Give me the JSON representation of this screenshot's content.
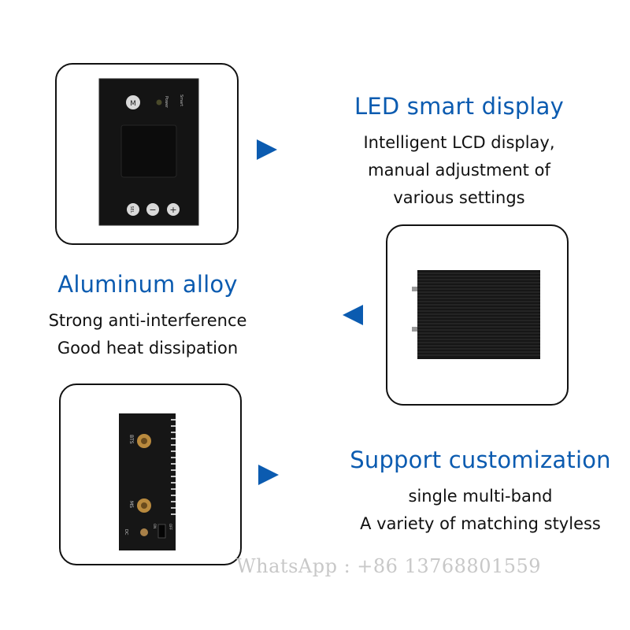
{
  "features": [
    {
      "title": "LED smart display",
      "lines": [
        "Intelligent LCD display,",
        "manual adjustment of",
        "various settings"
      ],
      "arrow_direction": "right"
    },
    {
      "title": "Aluminum alloy",
      "lines": [
        "Strong anti-interference",
        "Good heat dissipation"
      ],
      "arrow_direction": "left"
    },
    {
      "title": "Support customization",
      "lines": [
        "single multi-band",
        "A variety of matching styless"
      ],
      "arrow_direction": "right"
    }
  ],
  "panel_labels": {
    "button_m": "M",
    "smart": "Smart",
    "power": "Power",
    "button_sel": "SEL",
    "button_minus": "−",
    "button_plus": "+",
    "port_bts": "BTS",
    "port_ms": "MS",
    "port_dc": "DC",
    "switch_on": "ON",
    "switch_off": "OFF"
  },
  "watermark": "WhatsApp : +86 13768801559",
  "colors": {
    "accent": "#0b5bb0",
    "text": "#111111",
    "watermark": "#c8c8c8",
    "device": "#141414"
  },
  "icons": [
    "arrow-right-icon",
    "arrow-left-icon"
  ]
}
